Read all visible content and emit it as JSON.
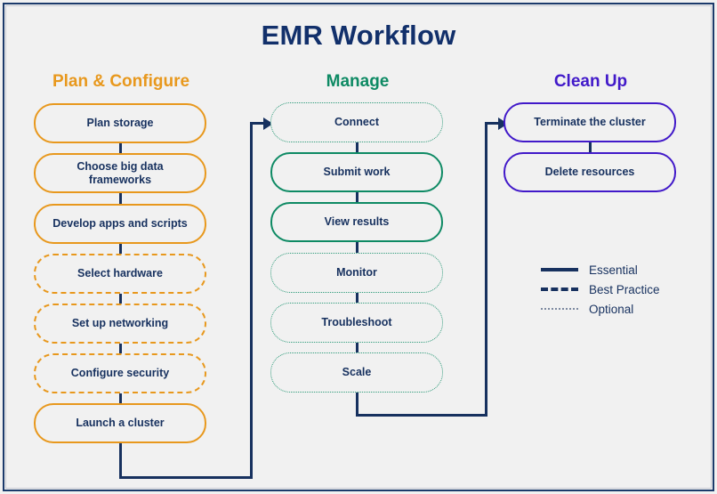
{
  "title": "EMR Workflow",
  "colors": {
    "navy": "#17315f",
    "title_navy": "#12306b",
    "orange": "#e8981d",
    "green": "#0e8a64",
    "green_dotted": "#2e9b7a",
    "purple": "#4119c9",
    "background": "#f1f1f1"
  },
  "columns": [
    {
      "key": "plan",
      "heading": "Plan & Configure",
      "heading_color": "#e8981d",
      "nodes": [
        {
          "label": "Plan storage",
          "style": "solid",
          "line_type": "Essential"
        },
        {
          "label": "Choose big data frameworks",
          "style": "solid",
          "line_type": "Essential"
        },
        {
          "label": "Develop apps and scripts",
          "style": "solid",
          "line_type": "Essential"
        },
        {
          "label": "Select hardware",
          "style": "dashed",
          "line_type": "Best Practice"
        },
        {
          "label": "Set up networking",
          "style": "dashed",
          "line_type": "Best Practice"
        },
        {
          "label": "Configure security",
          "style": "dashed",
          "line_type": "Best Practice"
        },
        {
          "label": "Launch a cluster",
          "style": "solid",
          "line_type": "Essential"
        }
      ]
    },
    {
      "key": "manage",
      "heading": "Manage",
      "heading_color": "#0e8a64",
      "nodes": [
        {
          "label": "Connect",
          "style": "dotted",
          "line_type": "Optional"
        },
        {
          "label": "Submit work",
          "style": "solid",
          "line_type": "Essential"
        },
        {
          "label": "View results",
          "style": "solid",
          "line_type": "Essential"
        },
        {
          "label": "Monitor",
          "style": "dotted",
          "line_type": "Optional"
        },
        {
          "label": "Troubleshoot",
          "style": "dotted",
          "line_type": "Optional"
        },
        {
          "label": "Scale",
          "style": "dotted",
          "line_type": "Optional"
        }
      ]
    },
    {
      "key": "cleanup",
      "heading": "Clean Up",
      "heading_color": "#4119c9",
      "nodes": [
        {
          "label": "Terminate the cluster",
          "style": "solid",
          "line_type": "Essential"
        },
        {
          "label": "Delete resources",
          "style": "solid",
          "line_type": "Essential"
        }
      ]
    }
  ],
  "legend": {
    "items": [
      {
        "label": "Essential",
        "style": "solid"
      },
      {
        "label": "Best Practice",
        "style": "dashed"
      },
      {
        "label": "Optional",
        "style": "dotted"
      }
    ]
  }
}
